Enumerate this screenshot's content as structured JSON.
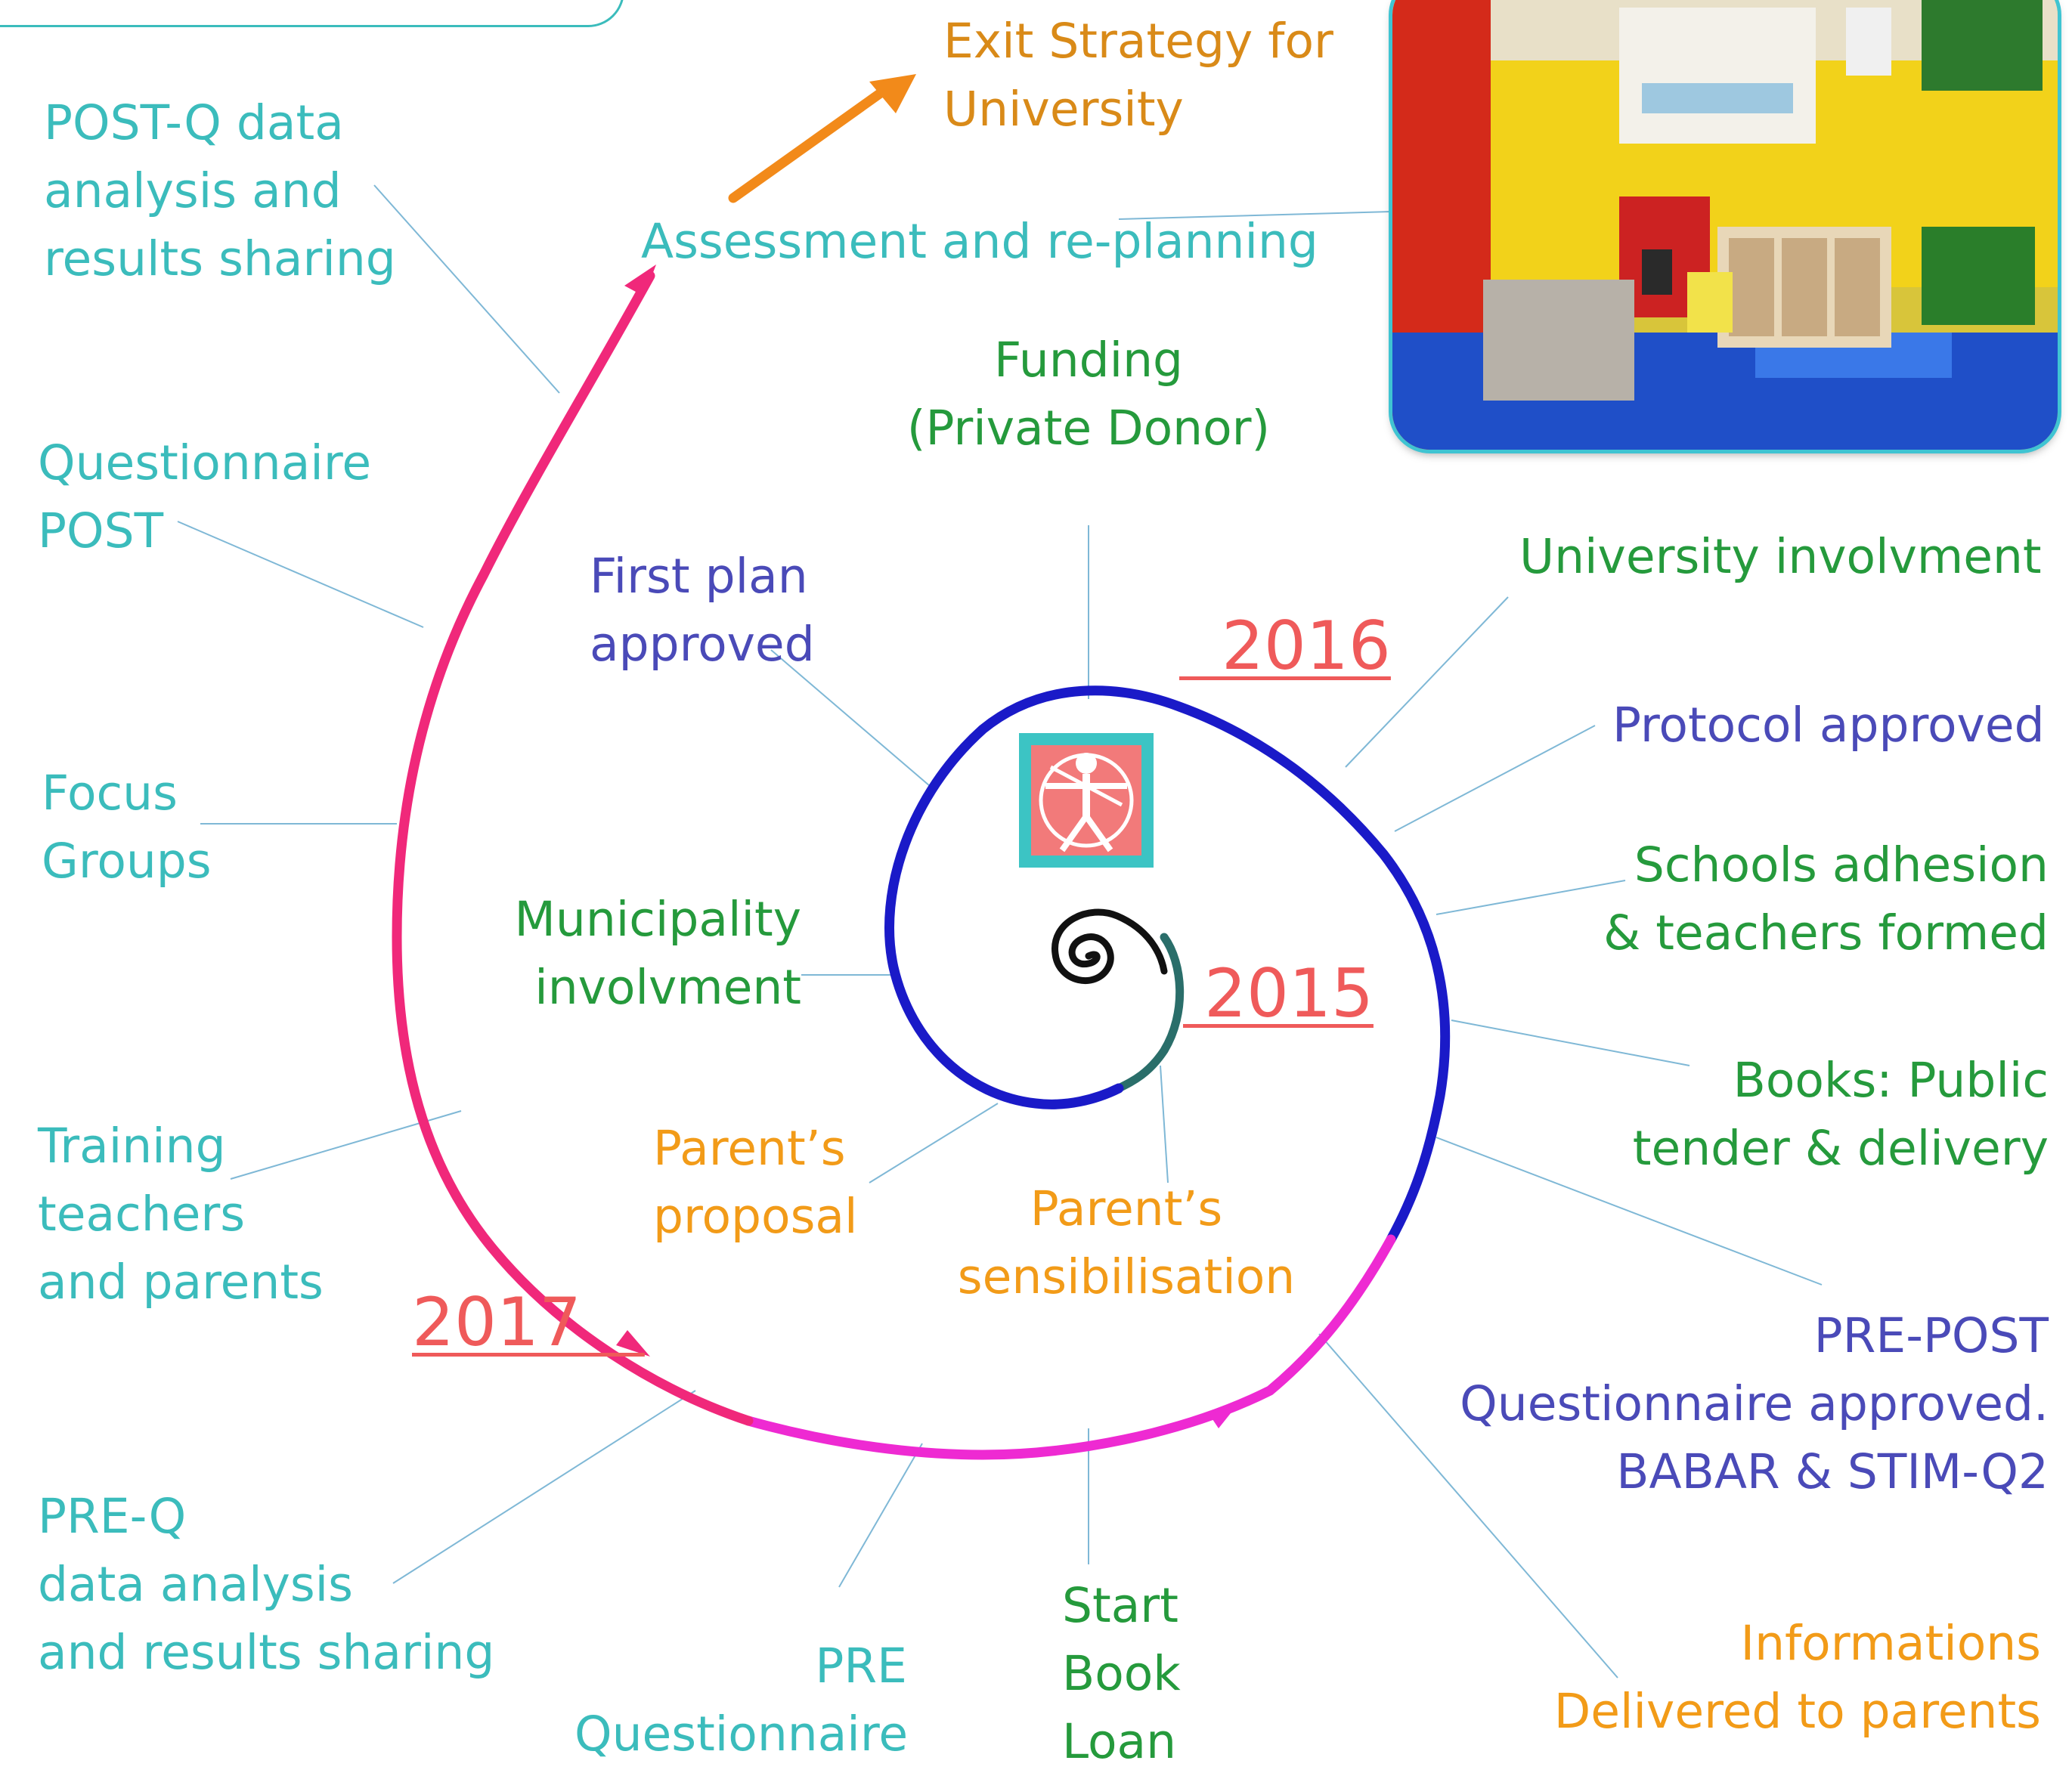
{
  "labels": {
    "exit_strategy": [
      "Exit Strategy for",
      "University"
    ],
    "assessment": "Assessment and re-planning",
    "post_q_analysis": [
      "POST-Q  data",
      "analysis and",
      "results sharing"
    ],
    "questionnaire_post": [
      "Questionnaire",
      "POST"
    ],
    "focus_groups": [
      "Focus",
      "Groups"
    ],
    "training": [
      "Training",
      "teachers",
      "and parents"
    ],
    "pre_q_analysis": [
      "PRE-Q",
      "data analysis",
      "and results sharing"
    ],
    "pre_questionnaire": [
      "PRE",
      "Questionnaire"
    ],
    "start_book_loan": [
      "Start",
      "Book",
      "Loan"
    ],
    "informations": [
      "Informations",
      "Delivered to  parents"
    ],
    "pre_post_approved": [
      "PRE-POST",
      "Questionnaire approved.",
      "BABAR & STIM-Q2"
    ],
    "books_tender": [
      "Books: Public",
      "tender & delivery"
    ],
    "schools_adhesion": [
      "Schools adhesion",
      "& teachers formed"
    ],
    "protocol_approved": "Protocol approved",
    "university_involvment": "University involvment",
    "funding": [
      "Funding",
      "(Private Donor)"
    ],
    "first_plan": [
      "First plan",
      "approved"
    ],
    "municipality": [
      "Municipality",
      "involvment"
    ],
    "parents_proposal": [
      "Parent’s",
      "proposal"
    ],
    "parents_sensibilisation": [
      "Parent’s",
      "sensibilisation"
    ]
  },
  "years": {
    "y2015": " 2015",
    "y2016": "  2016",
    "y2017": "2017   "
  },
  "colors": {
    "teal": "#3bbcbc",
    "green": "#259a3c",
    "blue": "#4a4ab8",
    "orange": "#f29b18",
    "year_red": "#ef5a5a",
    "spiral_blue": "#1a1ac8",
    "spiral_pink": "#f0287a",
    "spiral_magenta": "#ee2ad2",
    "spiral_teal": "#2a6e6a",
    "arrow_orange": "#f28a1a",
    "logo_bg": "#3cc4c4",
    "logo_fg": "#f27a7a"
  },
  "icons": {
    "logo": "vitruvian-figure-logo-icon",
    "photo": "reading-corner-photo"
  }
}
